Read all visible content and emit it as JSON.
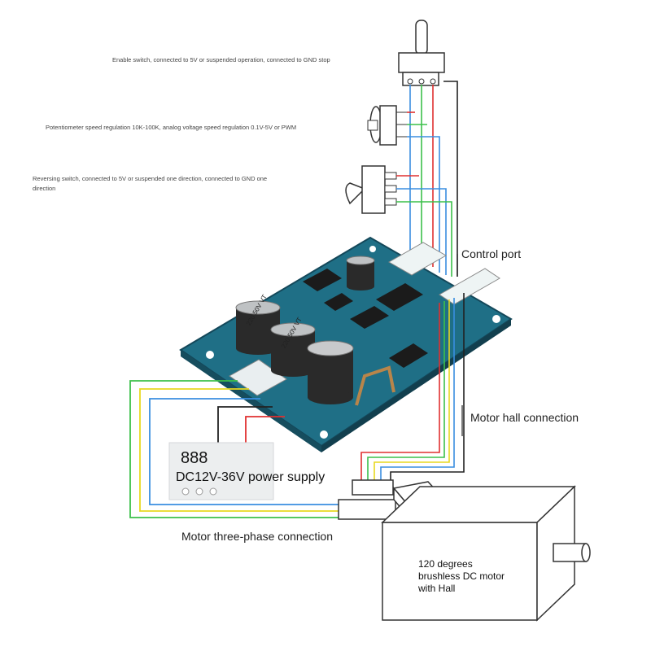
{
  "notes": {
    "enable_switch": "Enable switch, connected to 5V or suspended operation, connected to GND stop",
    "potentiometer": "Potentiometer speed regulation 10K-100K, analog voltage speed regulation 0.1V-5V or PWM",
    "reversing_switch_line1": "Reversing switch, connected to 5V or suspended one direction, connected to GND one",
    "reversing_switch_line2": "direction"
  },
  "labels": {
    "control_port": "Control port",
    "motor_hall": "Motor hall connection",
    "motor_three_phase": "Motor three-phase connection"
  },
  "power_supply": {
    "display": "888",
    "label": "DC12V-36V power supply"
  },
  "motor": {
    "line1": "120 degrees",
    "line2": "brushless DC motor",
    "line3": "with Hall"
  },
  "board": {
    "cap1": "220 50V VT",
    "cap2": "220 50V VT"
  },
  "colors": {
    "wire_red": "#e03030",
    "wire_green": "#3cc04a",
    "wire_yellow": "#e8d820",
    "wire_blue": "#3a8ee0",
    "wire_black": "#222222",
    "board": "#1f6f86"
  }
}
